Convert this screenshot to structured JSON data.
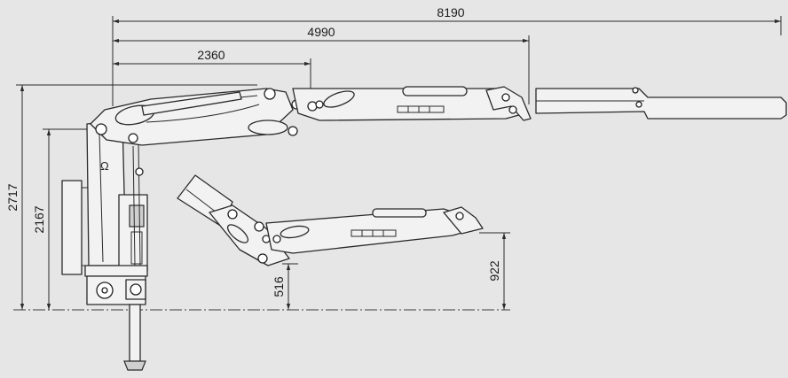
{
  "dimensions": {
    "reach_full": "8190",
    "reach_mid": "4990",
    "reach_short": "2360",
    "height_max": "2717",
    "height_column": "2167",
    "height_folded_low": "516",
    "height_folded_tip": "922"
  }
}
